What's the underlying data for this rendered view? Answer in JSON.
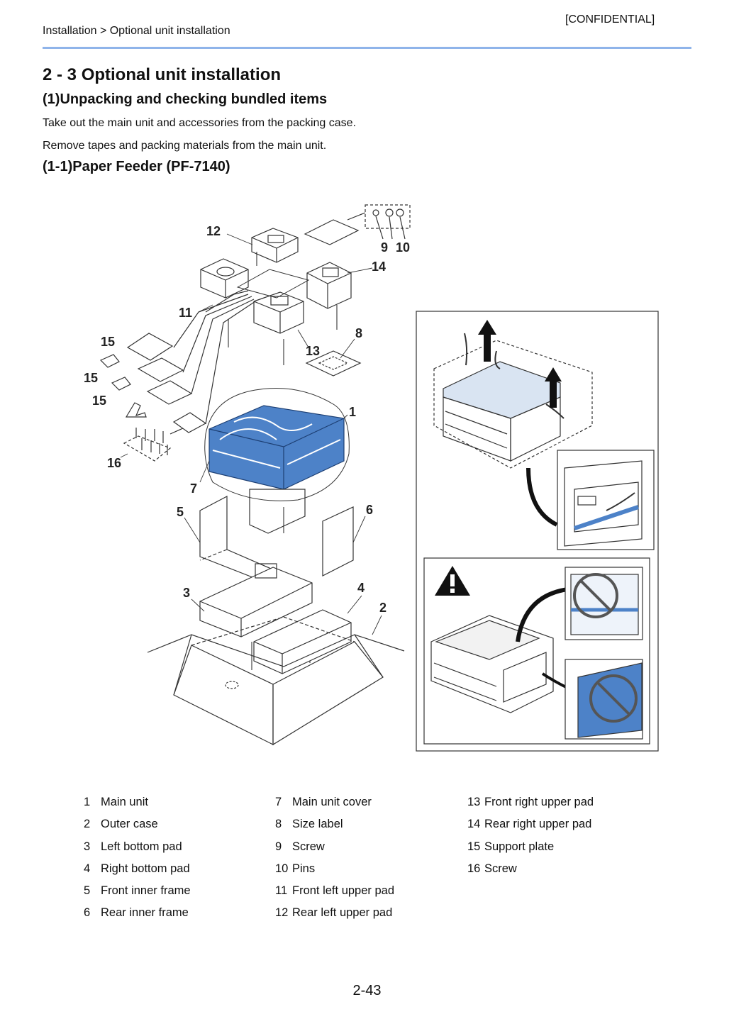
{
  "header": {
    "confidential": "[CONFIDENTIAL]",
    "breadcrumb": "Installation > Optional unit installation"
  },
  "section": {
    "title": "2 - 3 Optional unit installation",
    "subsection_title": "(1)Unpacking and checking bundled items",
    "paragraphs": [
      "Take out the main unit and accessories from the packing case.",
      "Remove tapes and packing materials from the main unit."
    ],
    "sub_subsection_title": "(1-1)Paper Feeder (PF-7140)"
  },
  "figure": {
    "callouts": [
      "12",
      "9",
      "10",
      "14",
      "11",
      "8",
      "15",
      "13",
      "15",
      "15",
      "1",
      "16",
      "7",
      "5",
      "6",
      "3",
      "4",
      "2"
    ],
    "warning_icon": "warning-triangle-icon",
    "accent_color": "#4d82c8"
  },
  "legend": {
    "col1": [
      {
        "num": "1",
        "label": "Main unit"
      },
      {
        "num": "2",
        "label": "Outer case"
      },
      {
        "num": "3",
        "label": "Left bottom pad"
      },
      {
        "num": "4",
        "label": "Right bottom pad"
      },
      {
        "num": "5",
        "label": "Front inner frame"
      },
      {
        "num": "6",
        "label": "Rear inner frame"
      }
    ],
    "col2": [
      {
        "num": "7",
        "label": "Main unit cover"
      },
      {
        "num": "8",
        "label": "Size label"
      },
      {
        "num": "9",
        "label": "Screw"
      },
      {
        "num": "10",
        "label": "Pins"
      },
      {
        "num": "11",
        "label": "Front left upper pad"
      },
      {
        "num": "12",
        "label": "Rear left upper pad"
      }
    ],
    "col3": [
      {
        "num": "13",
        "label": "Front right upper pad"
      },
      {
        "num": "14",
        "label": "Rear right upper pad"
      },
      {
        "num": "15",
        "label": "Support plate"
      },
      {
        "num": "16",
        "label": "Screw"
      }
    ]
  },
  "footer": {
    "page_number": "2-43"
  }
}
